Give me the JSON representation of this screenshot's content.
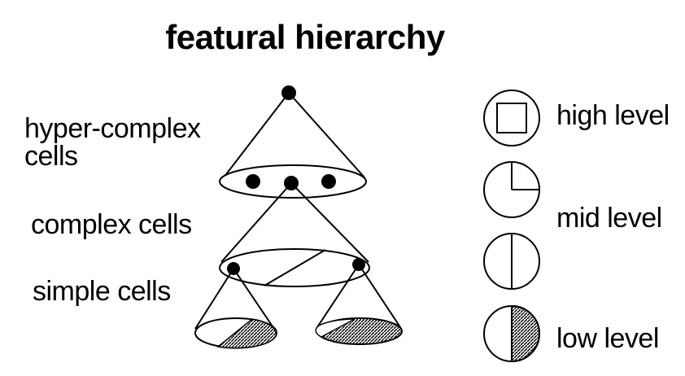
{
  "title": "featural hierarchy",
  "labels": {
    "hyper_complex_line1": "hyper-complex",
    "hyper_complex_line2": "cells",
    "complex": "complex cells",
    "simple": "simple cells"
  },
  "legend": {
    "high": "high level",
    "mid": "mid level",
    "low": "low level"
  },
  "icons": [
    "square-in-circle-icon",
    "quarter-circle-icon",
    "half-split-circle-icon",
    "half-shaded-circle-icon"
  ]
}
